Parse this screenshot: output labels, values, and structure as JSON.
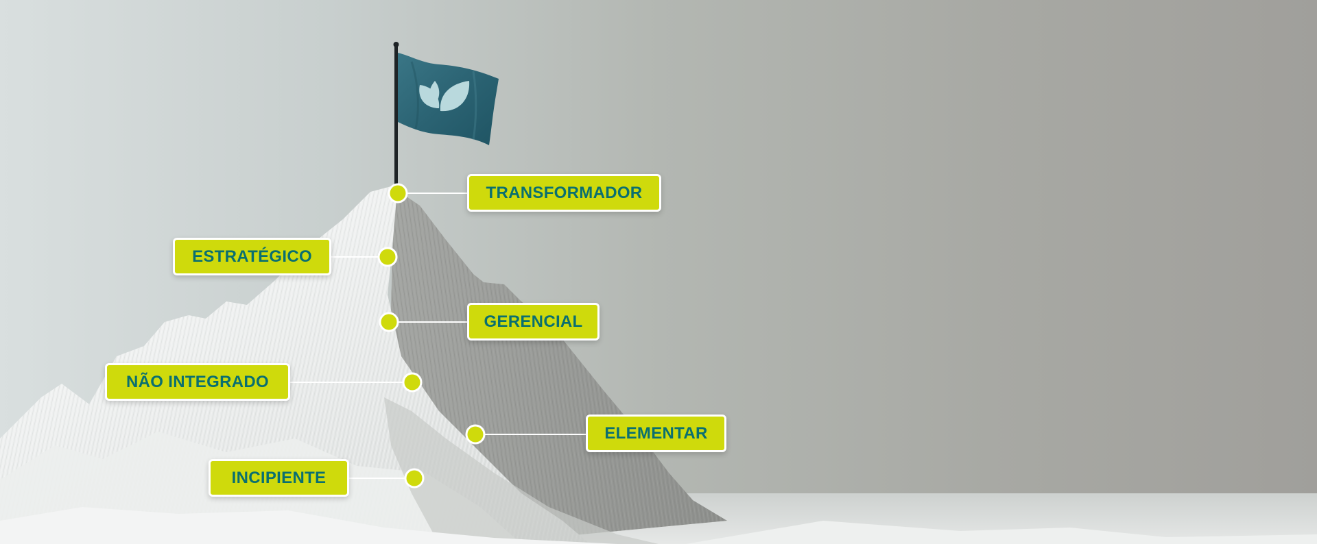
{
  "levels": [
    {
      "label": "TRANSFORMADOR"
    },
    {
      "label": "ESTRATÉGICO"
    },
    {
      "label": "GERENCIAL"
    },
    {
      "label": "NÃO INTEGRADO"
    },
    {
      "label": "ELEMENTAR"
    },
    {
      "label": "INCIPIENTE"
    }
  ],
  "colors": {
    "label_fill": "#cfda0c",
    "label_text": "#0a6f70",
    "marker": "#cfda0c",
    "flag": "#2e6878",
    "flag_emblem": "#b9d9dd"
  },
  "icons": {
    "flag_emblem": "leaf-icon",
    "flag": "flag-icon"
  }
}
